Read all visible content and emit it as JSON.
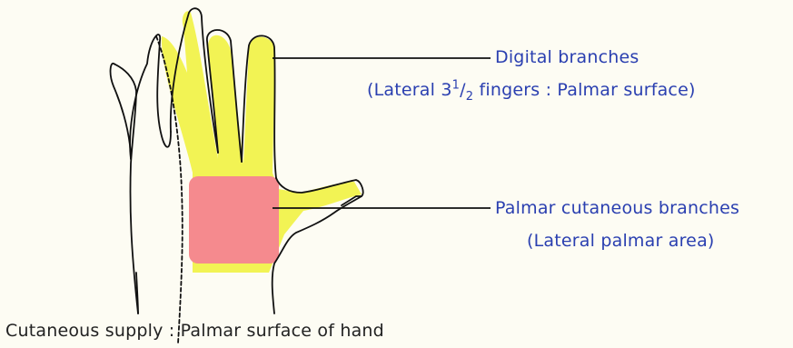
{
  "colors": {
    "background": "#fdfcf3",
    "digital_area": "#f2f354",
    "palmar_area": "#f58a8e",
    "outline": "#111111",
    "label_text": "#2a3fb0",
    "caption_text": "#222222"
  },
  "labels": {
    "digital": {
      "title": "Digital branches",
      "detail_prefix": "(Lateral 3",
      "fraction_num": "1",
      "fraction_slash": "/",
      "fraction_den": "2",
      "detail_suffix": " fingers : Palmar surface)"
    },
    "palmar": {
      "title": "Palmar cutaneous branches",
      "detail": "(Lateral palmar area)"
    }
  },
  "caption": "Cutaneous supply : Palmar surface of hand"
}
